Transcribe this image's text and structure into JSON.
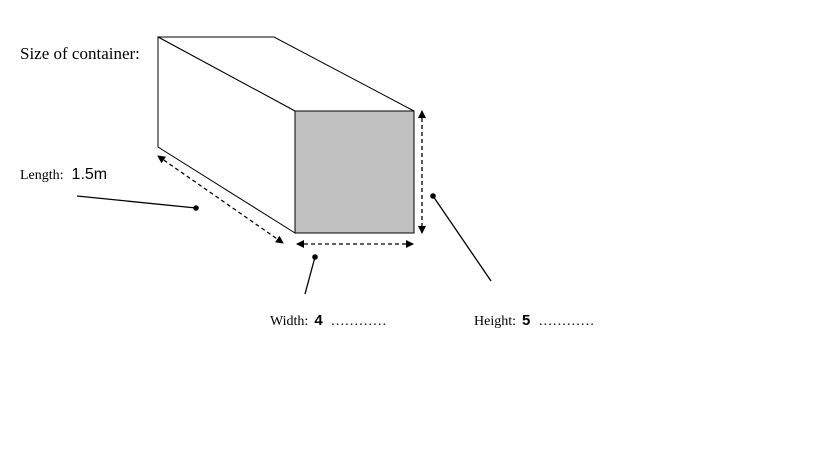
{
  "title": "Size of container:",
  "length": {
    "label": "Length:",
    "value": "1.5m"
  },
  "width": {
    "label": "Width:",
    "value": "4",
    "dots": "…………"
  },
  "height": {
    "label": "Height:",
    "value": "5",
    "dots": "…………"
  },
  "colors": {
    "front_face": "#c0c0c0",
    "line": "#000000",
    "background": "#ffffff"
  }
}
